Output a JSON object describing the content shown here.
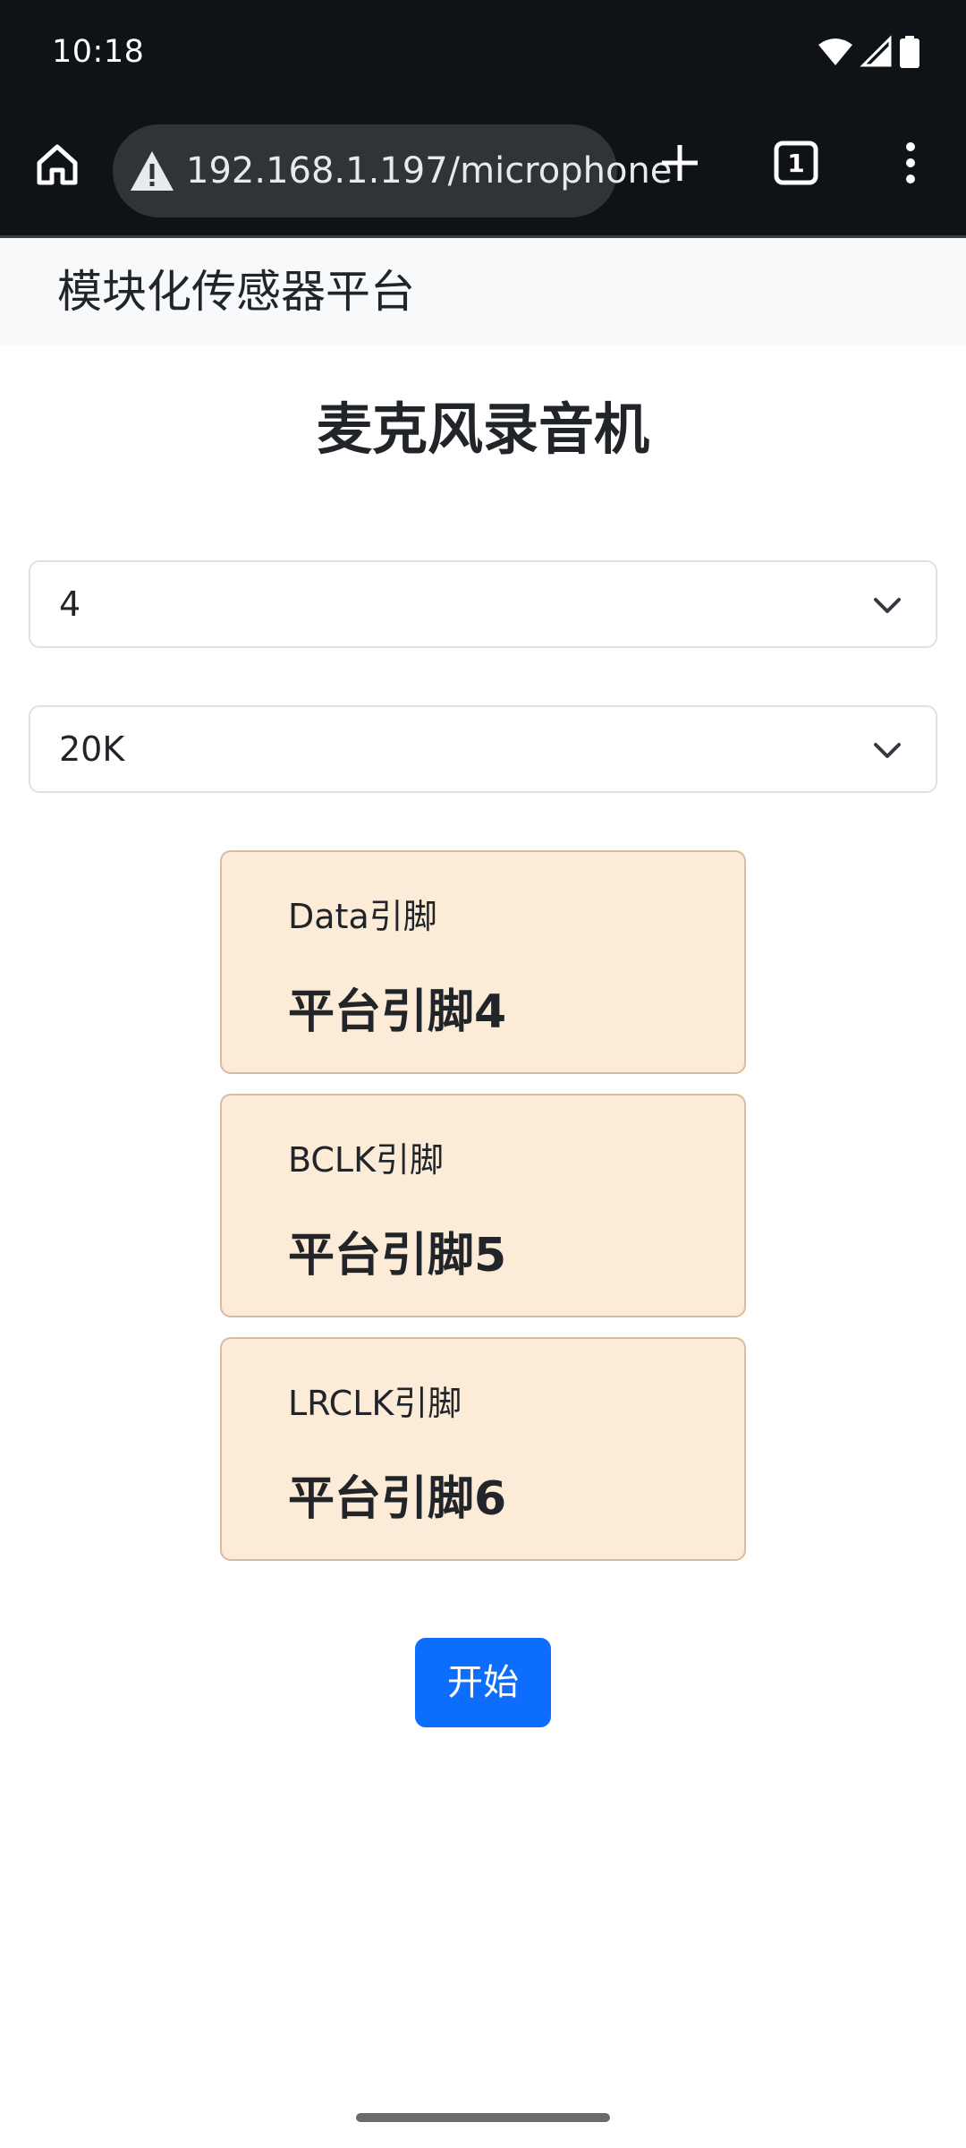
{
  "status_bar": {
    "time": "10:18",
    "icons": [
      "wifi-icon",
      "signal-icon",
      "battery-icon"
    ]
  },
  "browser": {
    "url": "192.168.1.197/microphone",
    "tab_count": "1",
    "icons": [
      "home-icon",
      "warning-icon",
      "plus-icon",
      "tab-switcher-icon",
      "more-vert-icon"
    ]
  },
  "navbar": {
    "brand": "模块化传感器平台"
  },
  "page": {
    "title": "麦克风录音机"
  },
  "selects": {
    "pin": {
      "value": "4",
      "icon": "chevron-down-icon"
    },
    "sample_rate": {
      "value": "20K",
      "icon": "chevron-down-icon"
    }
  },
  "pins": [
    {
      "label": "Data引脚",
      "value": "平台引脚4"
    },
    {
      "label": "BCLK引脚",
      "value": "平台引脚5"
    },
    {
      "label": "LRCLK引脚",
      "value": "平台引脚6"
    }
  ],
  "actions": {
    "start_label": "开始"
  },
  "colors": {
    "primary": "#0d6efd",
    "card_background": "#fbebd7",
    "card_border": "#d6bca2",
    "navbar_background": "#f8f9fa",
    "browser_chrome": "#0f1216"
  }
}
